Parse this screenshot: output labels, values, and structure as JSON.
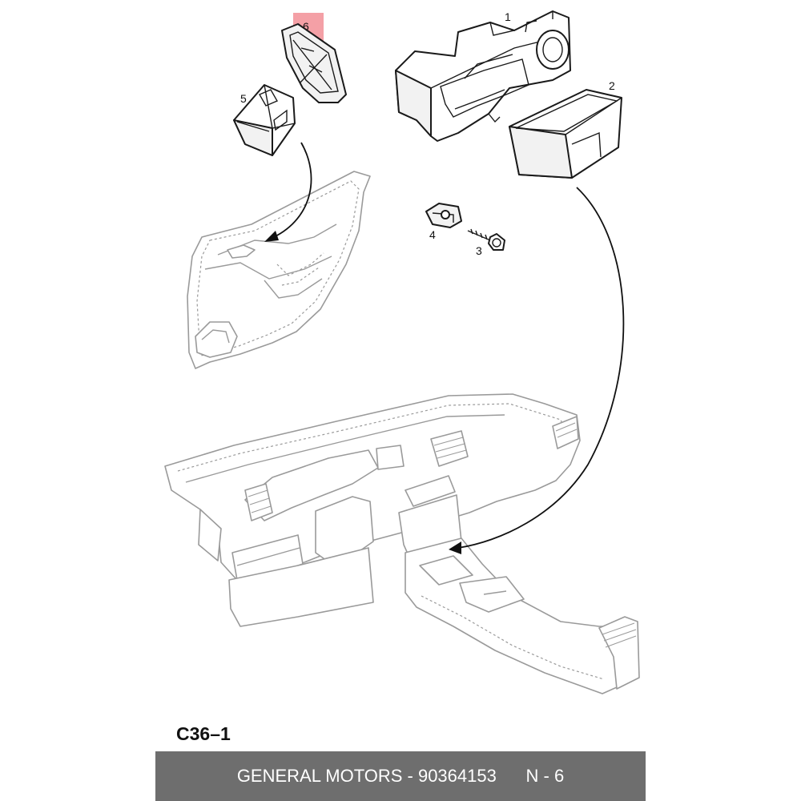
{
  "diagram": {
    "code": "C36–1",
    "callouts": {
      "part1": "1",
      "part2": "2",
      "part3": "3",
      "part4": "4",
      "part5": "5",
      "part6": "6"
    },
    "highlight_color": "#f4a0a6",
    "arrow_color": "#111111",
    "ghost_color": "#9a9a9a"
  },
  "footer": {
    "text": "GENERAL MOTORS - 90364153      N - 6",
    "background": "#6e6e6e"
  }
}
